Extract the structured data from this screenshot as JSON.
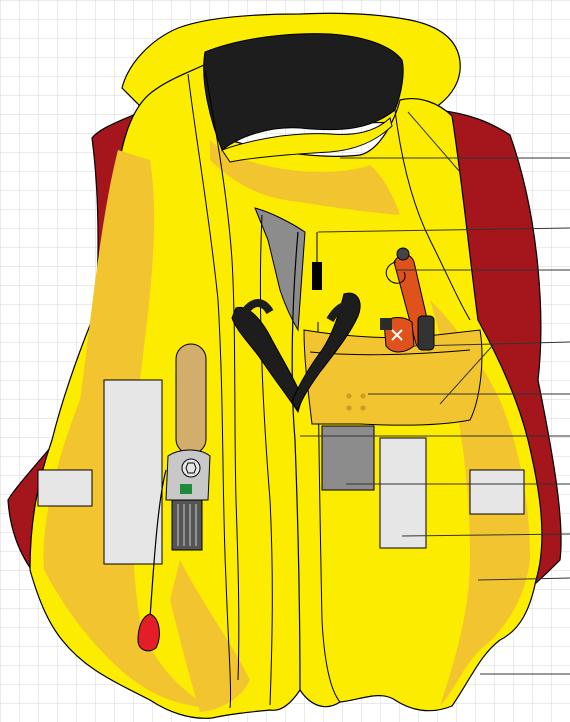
{
  "colors": {
    "grid": "#d7d7d7",
    "background": "#ffffff",
    "bladder_red": "#a5161c",
    "vest_yellow": "#fcec00",
    "vest_shade": "#f2c530",
    "collar_black": "#1d1d1d",
    "strap_grey": "#8c8c8c",
    "patch_grey": "#e6e6e6",
    "light_orange": "#e0521b",
    "oral_tube_tan": "#d2ad6c",
    "inflator_grey": "#c8c8c8",
    "toggle_red": "#e41e26",
    "leader_line": "#333333"
  },
  "components": [
    {
      "name": "collar-bladder",
      "icon": "lifejacket-collar-icon"
    },
    {
      "name": "buckle",
      "icon": "buckle-icon"
    },
    {
      "name": "safety-light",
      "icon": "light-icon"
    },
    {
      "name": "whistle",
      "icon": "whistle-icon"
    },
    {
      "name": "pocket-vents",
      "icon": "vent-icon"
    },
    {
      "name": "zip-front",
      "icon": "zip-icon"
    },
    {
      "name": "harness-patch",
      "icon": "patch-icon"
    },
    {
      "name": "reflective-tape",
      "icon": "reflective-tape-icon"
    },
    {
      "name": "outer-cover",
      "icon": "cover-icon"
    },
    {
      "name": "cover-hem",
      "icon": "hem-icon"
    },
    {
      "name": "oral-inflation-tube",
      "icon": "oral-tube-icon"
    },
    {
      "name": "inflator",
      "icon": "inflator-icon"
    },
    {
      "name": "pull-toggle",
      "icon": "pull-toggle-icon"
    },
    {
      "name": "crotch-strap",
      "icon": "crotch-strap-icon"
    }
  ]
}
